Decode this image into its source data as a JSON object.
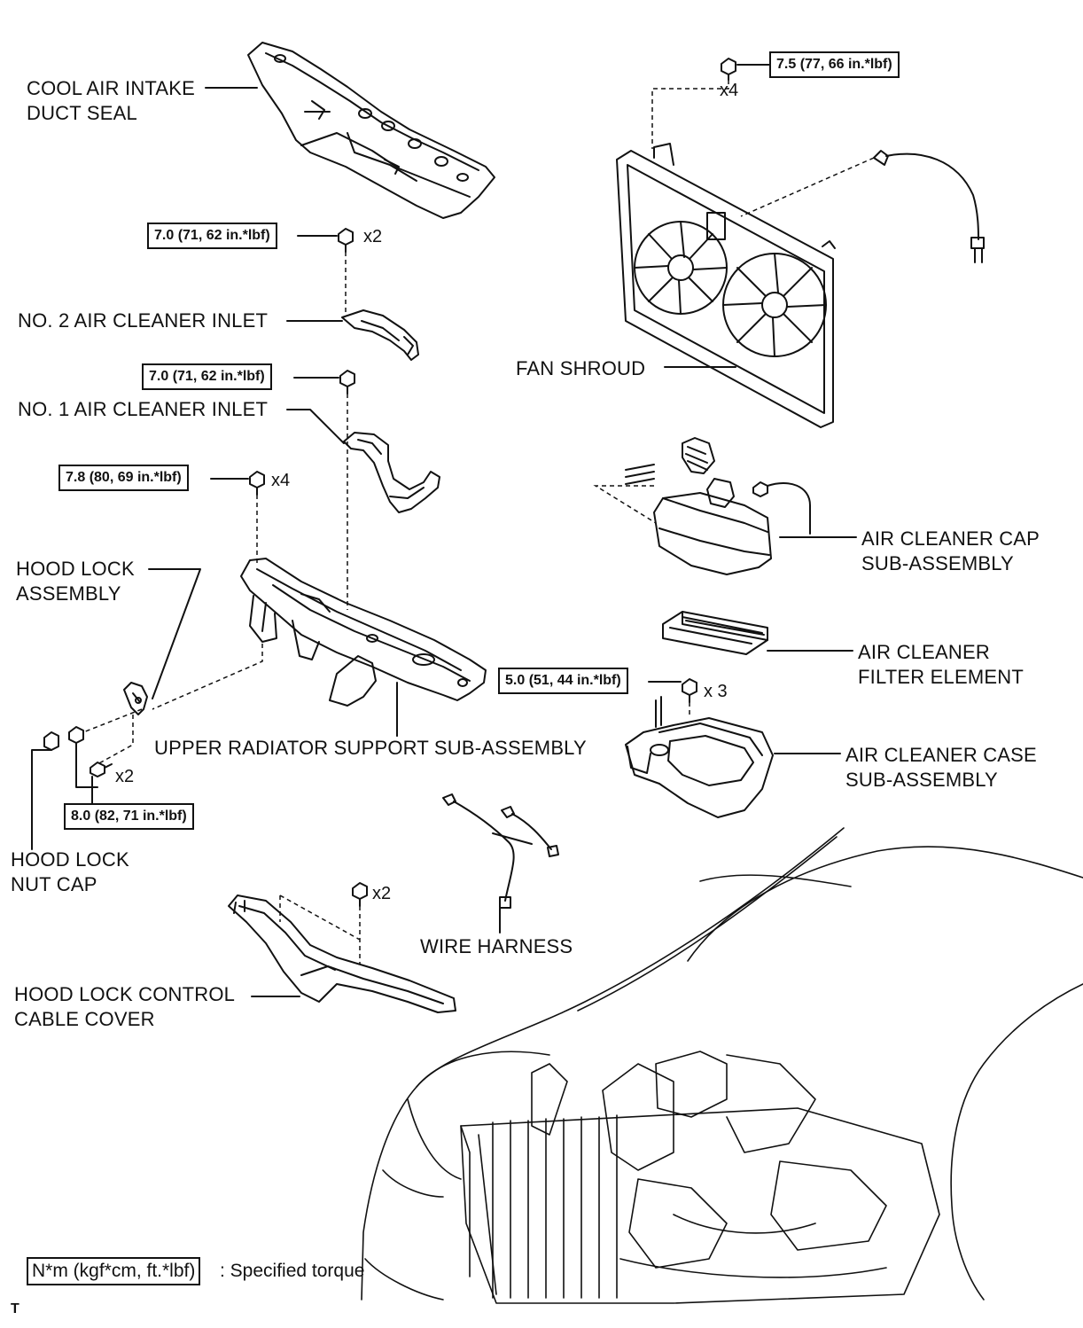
{
  "labels": {
    "cool_air_intake_duct_seal": [
      "COOL AIR INTAKE",
      "DUCT SEAL"
    ],
    "no2_air_cleaner_inlet": "NO. 2 AIR CLEANER INLET",
    "no1_air_cleaner_inlet": "NO. 1 AIR CLEANER INLET",
    "hood_lock_assembly": [
      "HOOD LOCK",
      "ASSEMBLY"
    ],
    "upper_radiator_support": "UPPER RADIATOR SUPPORT SUB-ASSEMBLY",
    "hood_lock_nut_cap": [
      "HOOD LOCK",
      "NUT CAP"
    ],
    "hood_lock_control_cable_cover": [
      "HOOD LOCK CONTROL",
      "CABLE COVER"
    ],
    "wire_harness": "WIRE HARNESS",
    "fan_shroud": "FAN SHROUD",
    "air_cleaner_cap": [
      "AIR CLEANER CAP",
      "SUB-ASSEMBLY"
    ],
    "air_cleaner_filter": [
      "AIR CLEANER",
      "FILTER ELEMENT"
    ],
    "air_cleaner_case": [
      "AIR CLEANER CASE",
      "SUB-ASSEMBLY"
    ]
  },
  "torques": {
    "fan_shroud_bolt": "7.5 (77, 66 in.*lbf)",
    "no2_inlet_bolt": "7.0 (71, 62 in.*lbf)",
    "no1_inlet_bolt": "7.0 (71, 62 in.*lbf)",
    "radiator_support_bolt": "7.8 (80, 69 in.*lbf)",
    "air_cleaner_case_bolt": "5.0 (51, 44 in.*lbf)",
    "hood_lock_bolt": "8.0 (82, 71 in.*lbf)"
  },
  "quantities": {
    "fan_shroud": "x4",
    "no2_inlet": "x2",
    "radiator_support": "x4",
    "air_cleaner_case": "x 3",
    "hood_lock": "x2",
    "cable_cover": "x2"
  },
  "legend": {
    "box": "N*m (kgf*cm, ft.*lbf)",
    "text": ": Specified torque"
  },
  "corner_mark": "T"
}
